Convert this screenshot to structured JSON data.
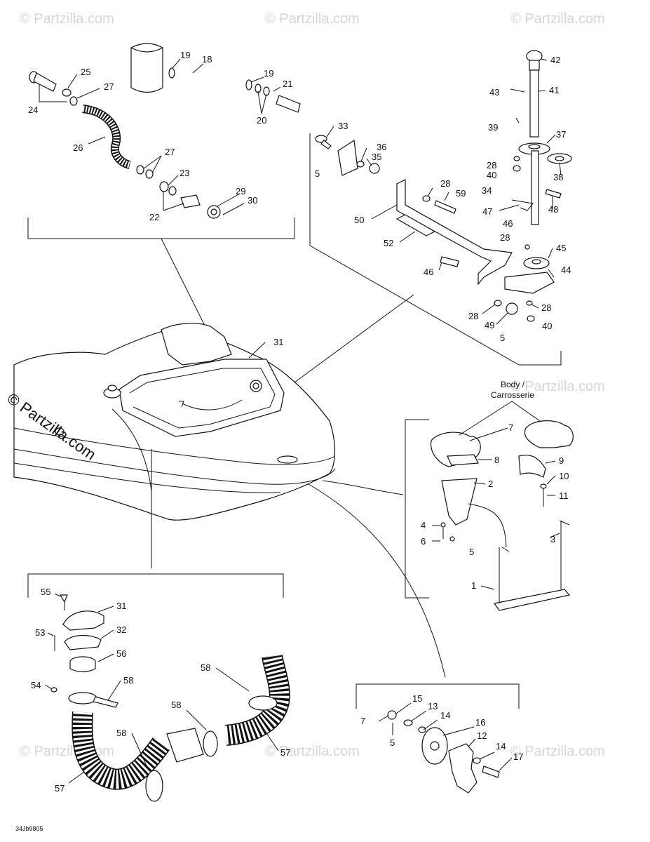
{
  "watermark": "© Partzilla.com",
  "watermark_left": "© Partzilla.com",
  "diagram_code": "34Jb9805",
  "body_caption_line1": "Body /",
  "body_caption_line2": "Carrosserie",
  "callouts": {
    "c1": "1",
    "c2": "2",
    "c3": "3",
    "c4": "4",
    "c5": "5",
    "c6": "6",
    "c7": "7",
    "c8": "8",
    "c9": "9",
    "c10": "10",
    "c11": "11",
    "c12": "12",
    "c13": "13",
    "c14": "14",
    "c15": "15",
    "c16": "16",
    "c17": "17",
    "c18": "18",
    "c19": "19",
    "c20": "20",
    "c21": "21",
    "c22": "22",
    "c23": "23",
    "c24": "24",
    "c25": "25",
    "c26": "26",
    "c27": "27",
    "c28": "28",
    "c29": "29",
    "c30": "30",
    "c31": "31",
    "c32": "32",
    "c33": "33",
    "c34": "34",
    "c35": "35",
    "c36": "36",
    "c37": "37",
    "c38": "38",
    "c39": "39",
    "c40": "40",
    "c41": "41",
    "c42": "42",
    "c43": "43",
    "c44": "44",
    "c45": "45",
    "c46": "46",
    "c47": "47",
    "c48": "48",
    "c49": "49",
    "c50": "50",
    "c52": "52",
    "c53": "53",
    "c54": "54",
    "c55": "55",
    "c56": "56",
    "c57": "57",
    "c58": "58",
    "c59": "59"
  }
}
